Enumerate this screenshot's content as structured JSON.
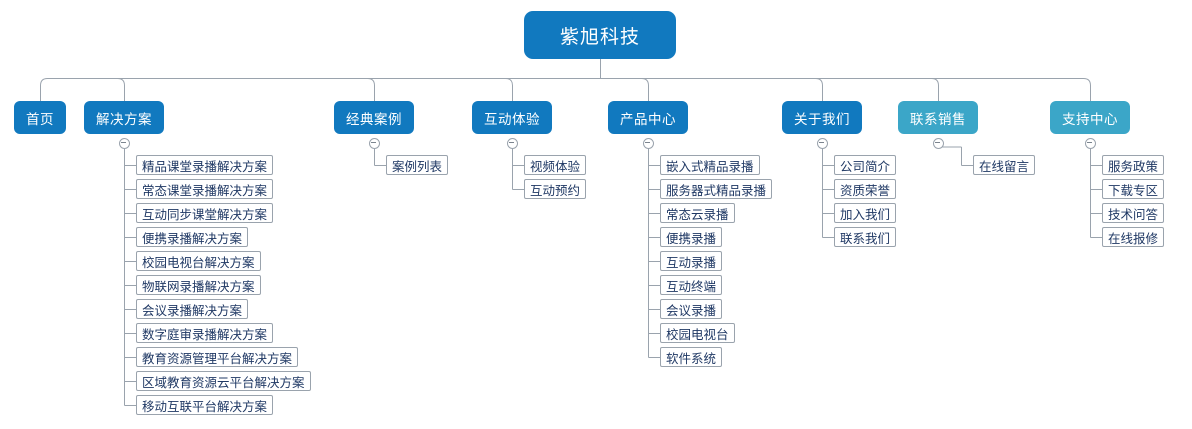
{
  "diagram": {
    "title": "紫旭科技",
    "type": "sitemap-tree",
    "colors": {
      "root_fill": "#1179bf",
      "branch_fill": "#1179bf",
      "branch_fill_alt": "#3ba6c8",
      "leaf_fill": "#ffffff",
      "leaf_border": "#9aa3ad",
      "leaf_text": "#1f3864",
      "connector": "#9aa3ad",
      "background": "#ffffff"
    },
    "root": {
      "label": "紫旭科技"
    },
    "branches": [
      {
        "label": "首页",
        "accent": "dark",
        "collapsible": false,
        "children": []
      },
      {
        "label": "解决方案",
        "accent": "dark",
        "collapsible": true,
        "children": [
          "精品课堂录播解决方案",
          "常态课堂录播解决方案",
          "互动同步课堂解决方案",
          "便携录播解决方案",
          "校园电视台解决方案",
          "物联网录播解决方案",
          "会议录播解决方案",
          "数字庭审录播解决方案",
          "教育资源管理平台解决方案",
          "区域教育资源云平台解决方案",
          "移动互联平台解决方案"
        ]
      },
      {
        "label": "经典案例",
        "accent": "dark",
        "collapsible": true,
        "children": [
          "案例列表"
        ]
      },
      {
        "label": "互动体验",
        "accent": "dark",
        "collapsible": true,
        "children": [
          "视频体验",
          "互动预约"
        ]
      },
      {
        "label": "产品中心",
        "accent": "dark",
        "collapsible": true,
        "children": [
          "嵌入式精品录播",
          "服务器式精品录播",
          "常态云录播",
          "便携录播",
          "互动录播",
          "互动终端",
          "会议录播",
          "校园电视台",
          "软件系统"
        ]
      },
      {
        "label": "关于我们",
        "accent": "dark",
        "collapsible": true,
        "children": [
          "公司简介",
          "资质荣誉",
          "加入我们",
          "联系我们"
        ]
      },
      {
        "label": "联系销售",
        "accent": "light",
        "collapsible": true,
        "children": [
          "在线留言"
        ]
      },
      {
        "label": "支持中心",
        "accent": "light",
        "collapsible": true,
        "children": [
          "服务政策",
          "下载专区",
          "技术问答",
          "在线报修"
        ]
      }
    ]
  }
}
